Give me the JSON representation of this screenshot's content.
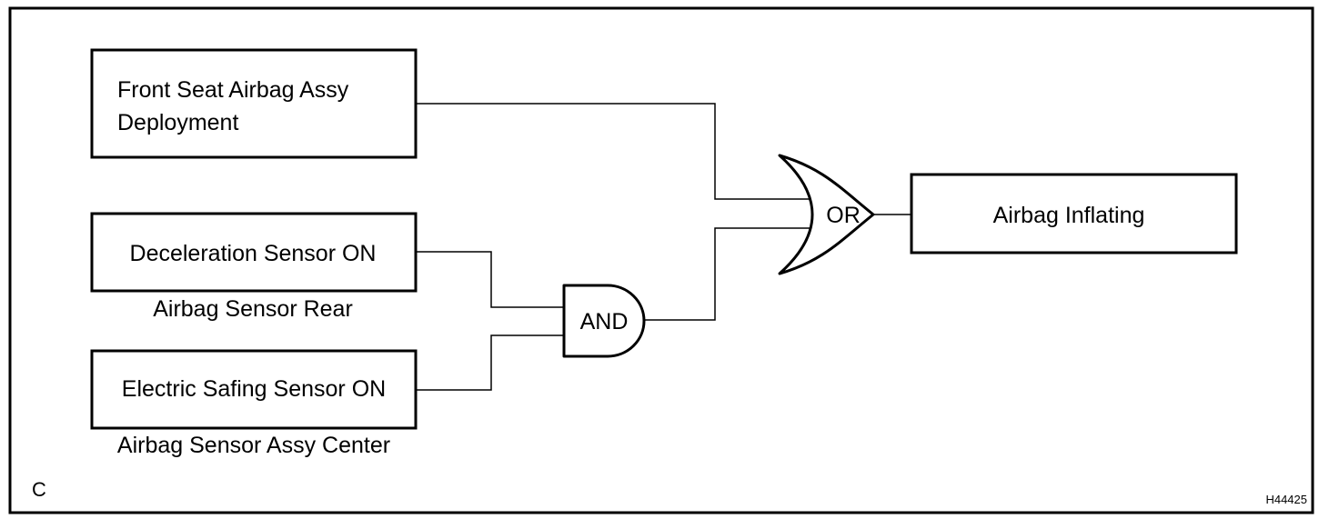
{
  "diagram": {
    "blocks": {
      "front_seat": {
        "line1": "Front Seat Airbag Assy",
        "line2": "Deployment"
      },
      "decel_sensor": {
        "label": "Deceleration Sensor ON",
        "caption": "Airbag Sensor Rear"
      },
      "safing_sensor": {
        "label": "Electric Safing Sensor ON",
        "caption": "Airbag Sensor Assy Center"
      },
      "airbag_inflating": {
        "label": "Airbag Inflating"
      }
    },
    "gates": {
      "and_gate": {
        "label": "AND"
      },
      "or_gate": {
        "label": "OR"
      }
    },
    "corner_label": "C",
    "figure_id": "H44425"
  }
}
